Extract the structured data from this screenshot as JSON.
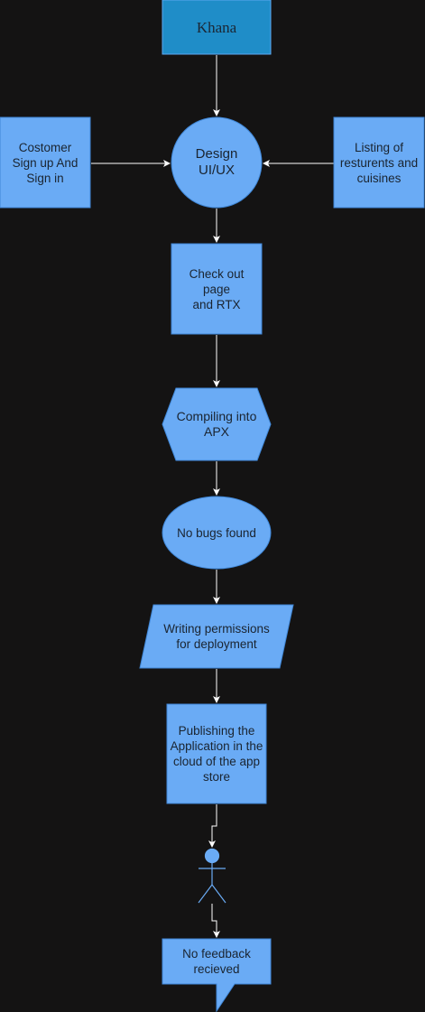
{
  "nodes": {
    "khana": "Khana",
    "customer_signup": "Costomer\nSign up And\nSign in",
    "design": "Design\nUI/UX",
    "listing": "Listing of\nresturents and\ncuisines",
    "checkout": "Check out\npage\nand RTX",
    "compiling": "Compiling into\nAPX",
    "no_bugs": "No bugs found",
    "permissions": "Writing permissions\nfor deployment",
    "publishing": "Publishing the\nApplication in the\ncloud of the app\nstore",
    "feedback": "No feedback\nrecieved"
  },
  "colors": {
    "background": "#141313",
    "node_fill": "#6aabf5",
    "title_fill": "#1f8dc8",
    "edge": "#ffffff",
    "text": "#1a2430"
  }
}
